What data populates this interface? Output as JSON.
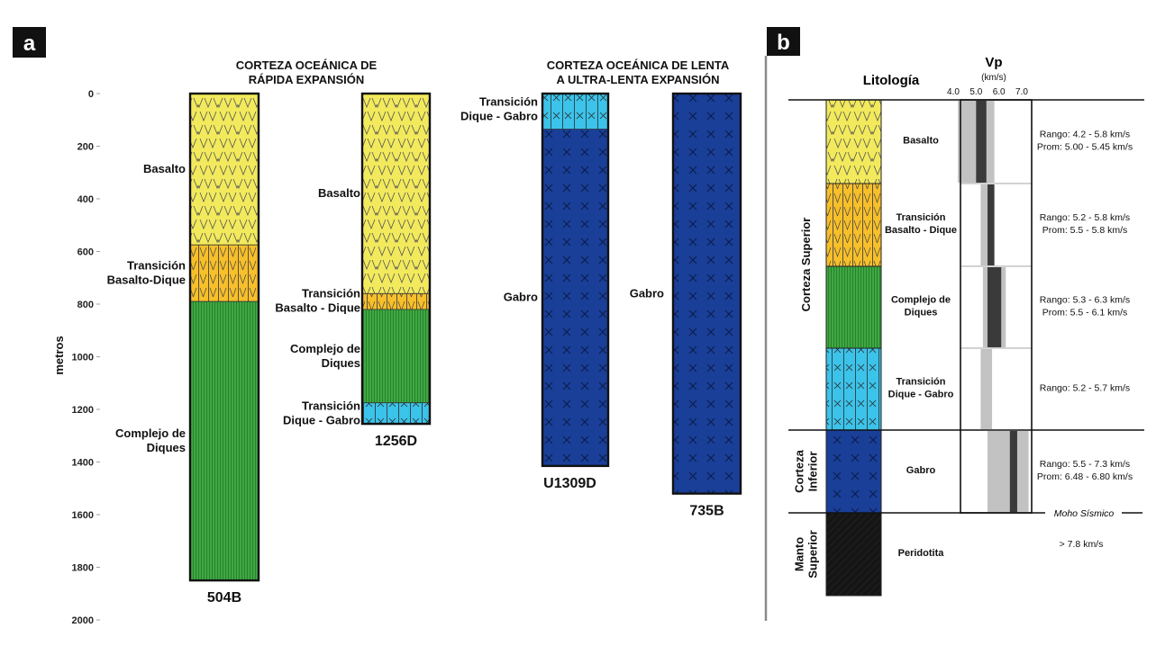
{
  "panels": {
    "a": "a",
    "b": "b"
  },
  "panel_a": {
    "ylabel": "metros",
    "ticks": [
      "0",
      "200",
      "400",
      "600",
      "800",
      "1000",
      "1200",
      "1400",
      "1600",
      "1800",
      "2000"
    ],
    "tick_values": [
      0,
      200,
      400,
      600,
      800,
      1000,
      1200,
      1400,
      1600,
      1800,
      2000
    ],
    "group_fast": {
      "line1": "CORTEZA OCEÁNICA DE",
      "line2": "RÁPIDA EXPANSIÓN"
    },
    "group_slow": {
      "line1": "CORTEZA OCEÁNICA DE LENTA",
      "line2": "A ULTRA-LENTA EXPANSIÓN"
    },
    "columns": [
      {
        "name": "504B",
        "layers": [
          {
            "type": "basalt",
            "from": 0,
            "to": 575,
            "label": [
              "Basalto"
            ]
          },
          {
            "type": "transition",
            "from": 575,
            "to": 790,
            "label": [
              "Transición",
              "Basalto-Dique"
            ]
          },
          {
            "type": "dikes",
            "from": 790,
            "to": 1850,
            "label": [
              "Complejo de",
              "Diques"
            ]
          }
        ]
      },
      {
        "name": "1256D",
        "layers": [
          {
            "type": "basalt",
            "from": 0,
            "to": 760,
            "label": [
              "Basalto"
            ]
          },
          {
            "type": "transition",
            "from": 760,
            "to": 820,
            "label": [
              "Transición",
              "Basalto - Dique"
            ]
          },
          {
            "type": "dikes",
            "from": 820,
            "to": 1175,
            "label": [
              "Complejo de",
              "Diques"
            ]
          },
          {
            "type": "dike_gabbro",
            "from": 1175,
            "to": 1255,
            "label": [
              "Transición",
              "Dique - Gabro"
            ]
          }
        ]
      },
      {
        "name": "U1309D",
        "layers": [
          {
            "type": "dike_gabbro",
            "from": 0,
            "to": 135,
            "label": [
              "Transición",
              "Dique - Gabro"
            ]
          },
          {
            "type": "gabbro",
            "from": 135,
            "to": 1415,
            "label": [
              "Gabro"
            ]
          }
        ]
      },
      {
        "name": "735B",
        "layers": [
          {
            "type": "gabbro",
            "from": 0,
            "to": 1520,
            "label": [
              "Gabro"
            ]
          }
        ]
      }
    ]
  },
  "panel_b": {
    "lithology_title": "Litología",
    "vp_title": "Vp",
    "vp_unit": "(km/s)",
    "vp_ticks": [
      "4.0",
      "5.0",
      "6.0",
      "7.0"
    ],
    "vp_tick_values": [
      4.0,
      5.0,
      6.0,
      7.0
    ],
    "groups": [
      {
        "label": [
          "Corteza Superior"
        ]
      },
      {
        "label": [
          "Corteza",
          "Inferior"
        ]
      },
      {
        "label": [
          "Manto",
          "Superior"
        ]
      }
    ],
    "rows": [
      {
        "type": "basalt",
        "name": [
          "Basalto"
        ],
        "text": [
          "Rango: 4.2 - 5.8 km/s",
          "Prom: 5.00 - 5.45 km/s"
        ],
        "range": [
          4.2,
          5.8
        ],
        "mean": [
          5.0,
          5.45
        ]
      },
      {
        "type": "transition",
        "name": [
          "Transición",
          "Basalto - Dique"
        ],
        "text": [
          "Rango: 5.2 - 5.8 km/s",
          "Prom: 5.5 - 5.8 km/s"
        ],
        "range": [
          5.2,
          5.8
        ],
        "mean": [
          5.5,
          5.8
        ]
      },
      {
        "type": "dikes",
        "name": [
          "Complejo de",
          "Diques"
        ],
        "text": [
          "Rango: 5.3 - 6.3 km/s",
          "Prom: 5.5 - 6.1 km/s"
        ],
        "range": [
          5.3,
          6.3
        ],
        "mean": [
          5.5,
          6.1
        ]
      },
      {
        "type": "dike_gabbro",
        "name": [
          "Transición",
          "Dique - Gabro"
        ],
        "text": [
          "Rango: 5.2 - 5.7 km/s"
        ],
        "range": [
          5.2,
          5.7
        ],
        "mean": null
      },
      {
        "type": "gabbro",
        "name": [
          "Gabro"
        ],
        "text": [
          "Rango: 5.5 - 7.3 km/s",
          "Prom: 6.48 - 6.80 km/s"
        ],
        "range": [
          5.5,
          7.3
        ],
        "mean": [
          6.48,
          6.8
        ]
      },
      {
        "type": "peridotite",
        "name": [
          "Peridotita"
        ],
        "text": [
          "> 7.8 km/s"
        ],
        "range": null,
        "mean": null
      }
    ],
    "moho_label": "Moho Sísmico"
  },
  "colors": {
    "basalt": "#f2ea5c",
    "transition": "#f7bf2a",
    "dikes": "#3ea843",
    "dike_gabbro": "#3cc3ea",
    "gabbro": "#1a3f99",
    "peridotite": "#151515"
  }
}
